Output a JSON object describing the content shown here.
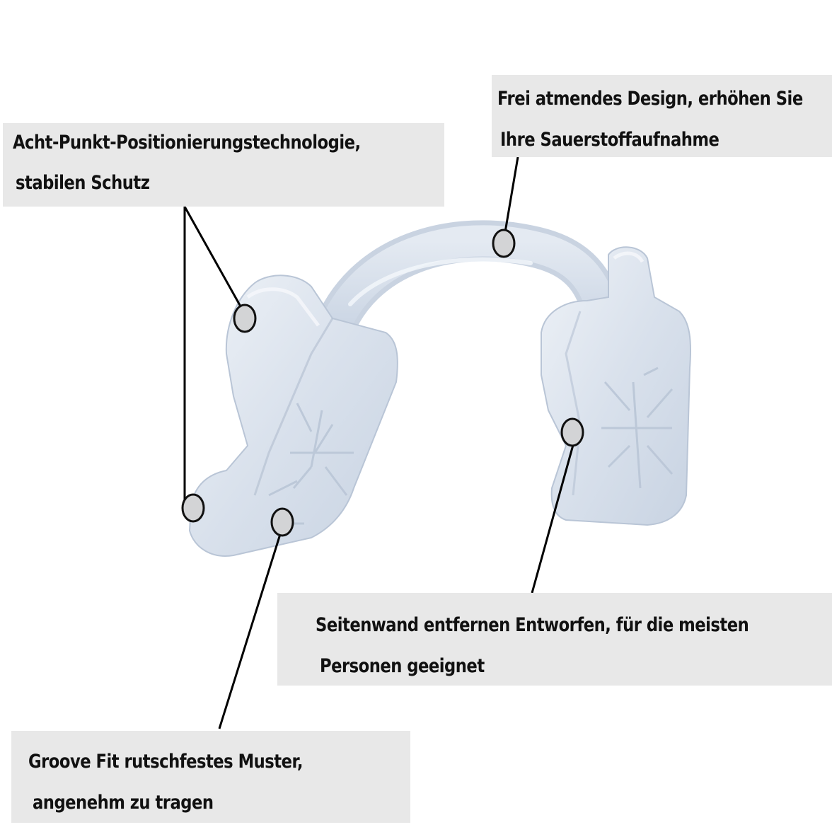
{
  "callouts": [
    {
      "line1": "Acht-Punkt-Positionierungstechnologie,",
      "line2": "stabilen Schutz"
    },
    {
      "line1": "Frei atmendes Design, erhöhen Sie",
      "line2": "Ihre Sauerstoffaufnahme"
    },
    {
      "line1": "Seitenwand entfernen Entworfen, für die meisten",
      "line2": "Personen geeignet"
    },
    {
      "line1": "Groove Fit rutschfestes Muster,",
      "line2": "angenehm zu tragen"
    }
  ],
  "colors": {
    "callout_background": "#e8e8e8",
    "text": "#111111",
    "marker": "#d3d4d6",
    "device_body": "#dbe3ee"
  }
}
